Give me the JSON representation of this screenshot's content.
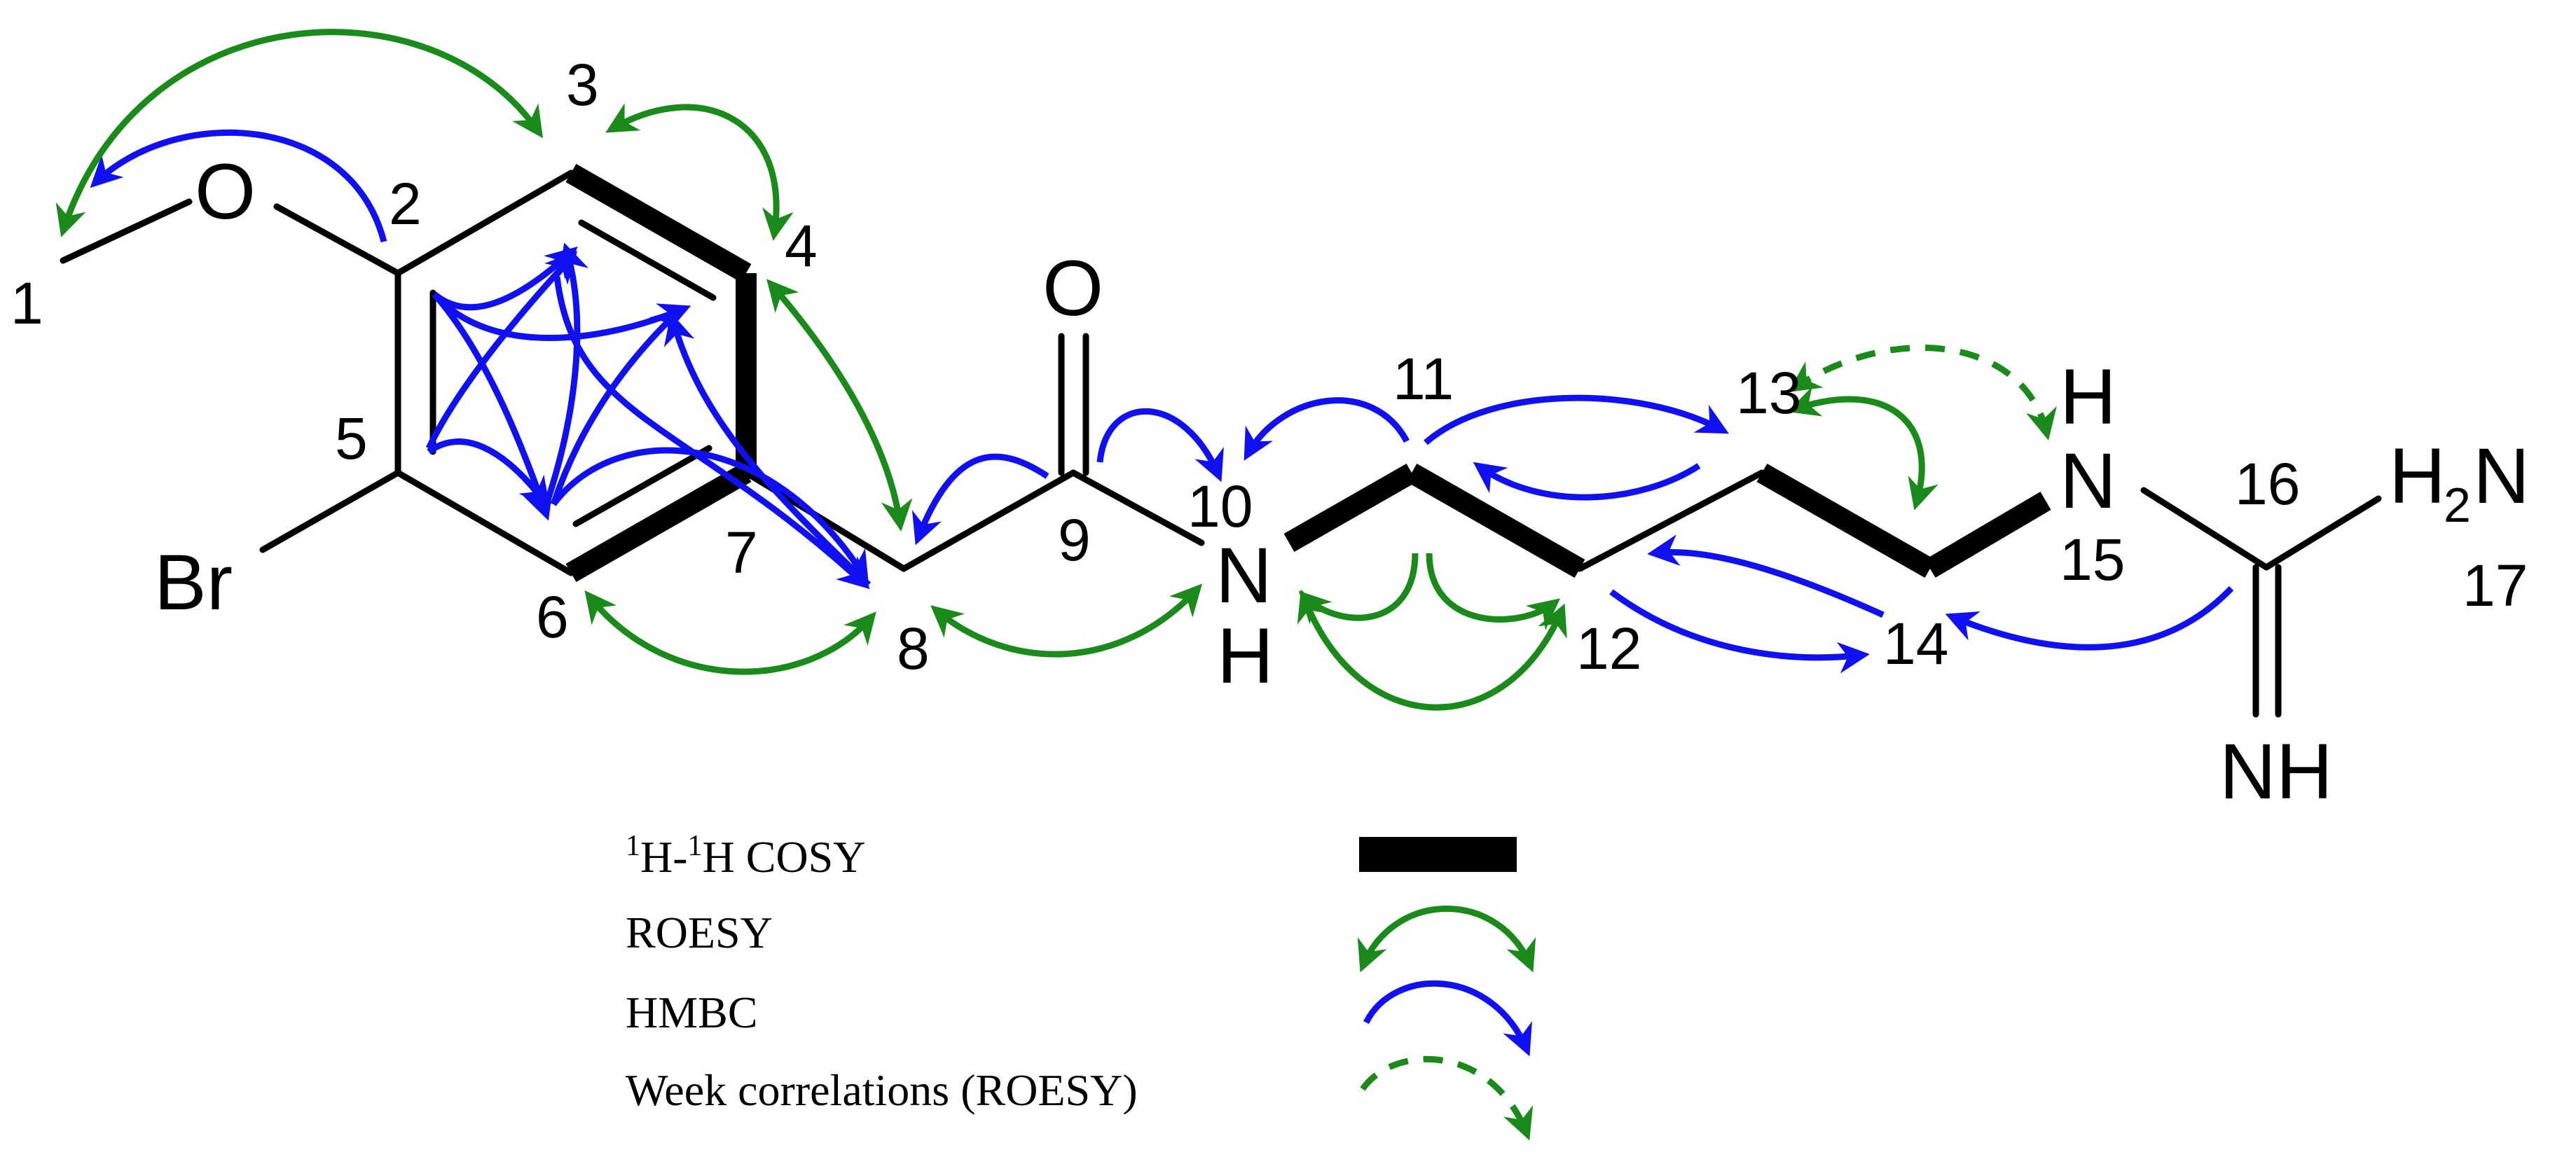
{
  "atoms": {
    "o_methoxy": "O",
    "bromine": "Br",
    "o_carbonyl": "O",
    "n10": "N",
    "n10_h": "H",
    "n15_h": "H",
    "n15": "N",
    "h2n_h": "H",
    "h2n_sub": "2",
    "h2n_n": "N",
    "imine": "NH"
  },
  "numbers": {
    "n1": "1",
    "n2": "2",
    "n3": "3",
    "n4": "4",
    "n5": "5",
    "n6": "6",
    "n7": "7",
    "n8": "8",
    "n9": "9",
    "n10": "10",
    "n11": "11",
    "n12": "12",
    "n13": "13",
    "n14": "14",
    "n15": "15",
    "n16": "16",
    "n17": "17"
  },
  "legend": {
    "cosy_sup1": "1",
    "cosy_h1": "H-",
    "cosy_sup2": "1",
    "cosy_h2": "H COSY",
    "roesy": "ROESY",
    "hmbc": "HMBC",
    "weak": "Week correlations (ROESY)"
  },
  "colors": {
    "hmbc": "#1010f0",
    "roesy": "#1a8a1a",
    "cosy": "#000000"
  }
}
